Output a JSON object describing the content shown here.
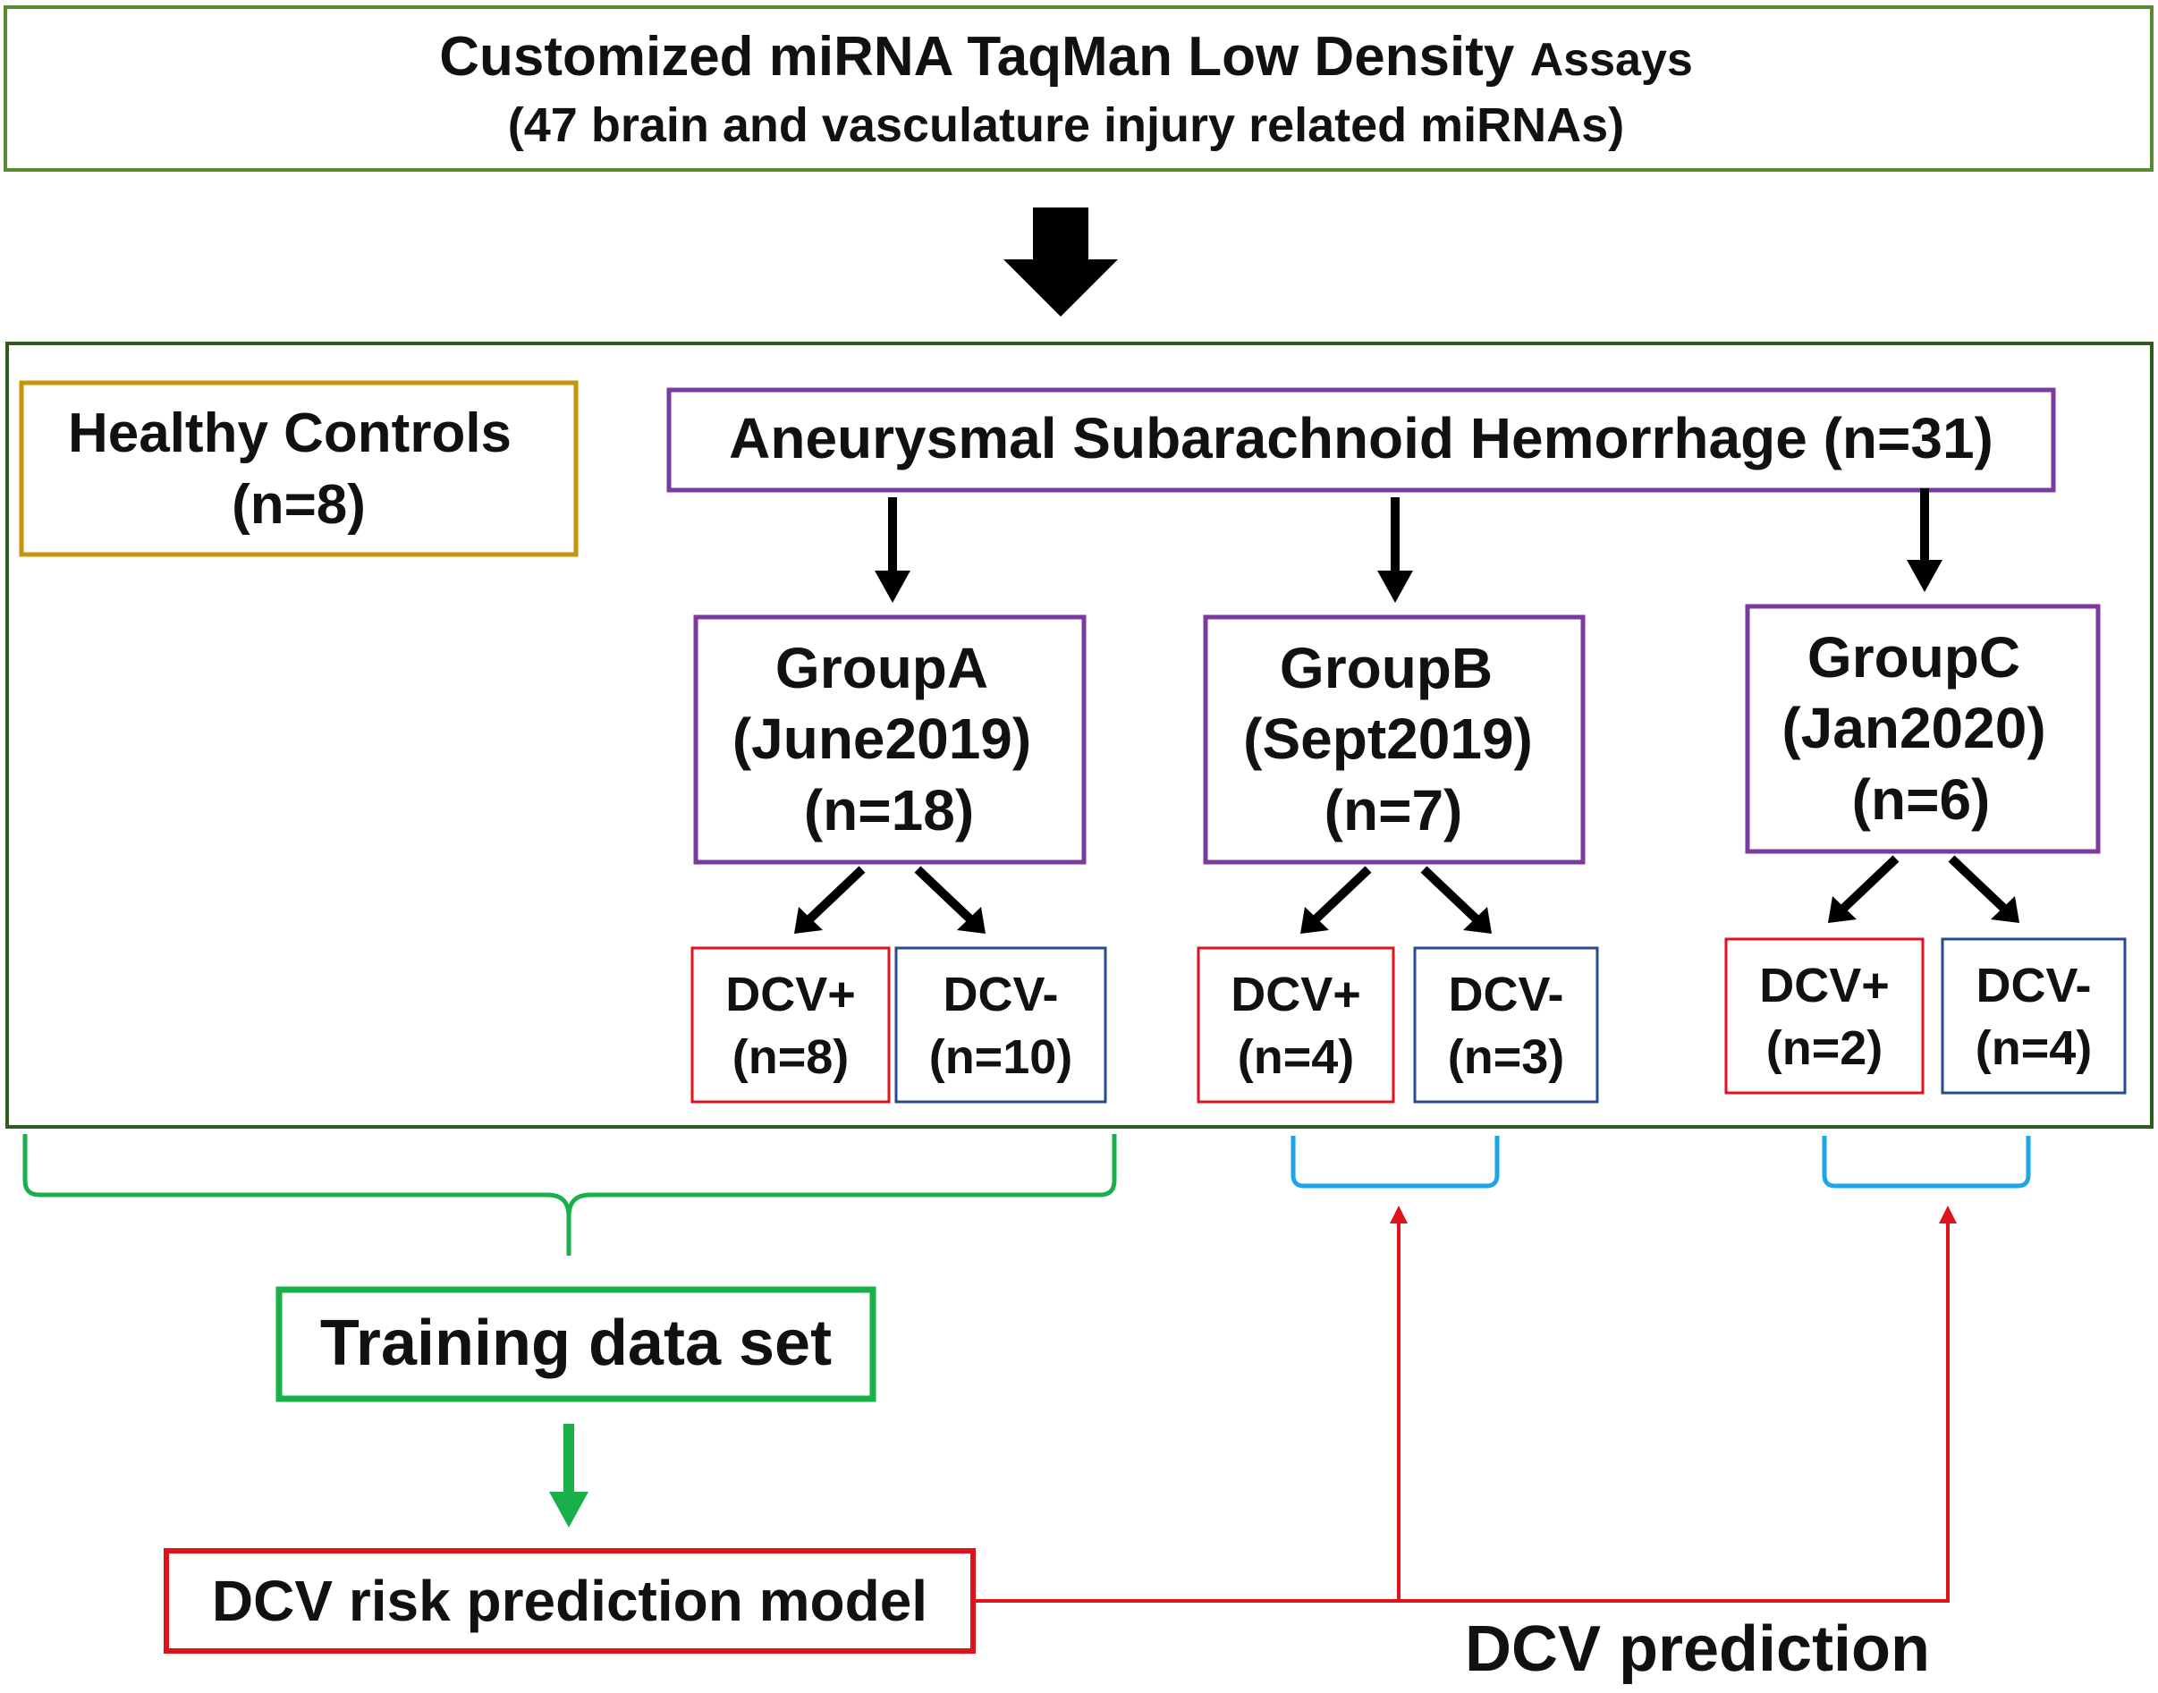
{
  "assay": {
    "line1_main": "Customized miRNA TaqMan Low Density ",
    "line1_small": "Assays",
    "line2": "(47 brain and vasculature injury related miRNAs)"
  },
  "controls": {
    "line1": "Healthy Controls",
    "line2": "(n=8)"
  },
  "sah": {
    "label": "Aneurysmal Subarachnoid Hemorrhage (n=31)"
  },
  "groups": [
    {
      "name": "GroupA",
      "date": "(June2019)",
      "n": "(n=18)",
      "pos": {
        "label": "DCV+",
        "n": "(n=8)"
      },
      "neg": {
        "label": "DCV-",
        "n": "(n=10)"
      }
    },
    {
      "name": "GroupB",
      "date": "(Sept2019)",
      "n": "(n=7)",
      "pos": {
        "label": "DCV+",
        "n": "(n=4)"
      },
      "neg": {
        "label": "DCV-",
        "n": "(n=3)"
      }
    },
    {
      "name": "GroupC",
      "date": "(Jan2020)",
      "n": "(n=6)",
      "pos": {
        "label": "DCV+",
        "n": "(n=2)"
      },
      "neg": {
        "label": "DCV-",
        "n": "(n=4)"
      }
    }
  ],
  "training": {
    "label": "Training data set"
  },
  "model": {
    "label": "DCV risk prediction model"
  },
  "prediction": {
    "label": "DCV prediction"
  },
  "colors": {
    "olive_green": "#5a8a2e",
    "dark_green": "#2e5a1e",
    "gold": "#c8940a",
    "purple": "#7a3aa0",
    "red": "#e0121c",
    "navy": "#2a4a8e",
    "bright_green": "#19b04a",
    "sky_blue": "#1aa6e8",
    "black": "#000000"
  }
}
